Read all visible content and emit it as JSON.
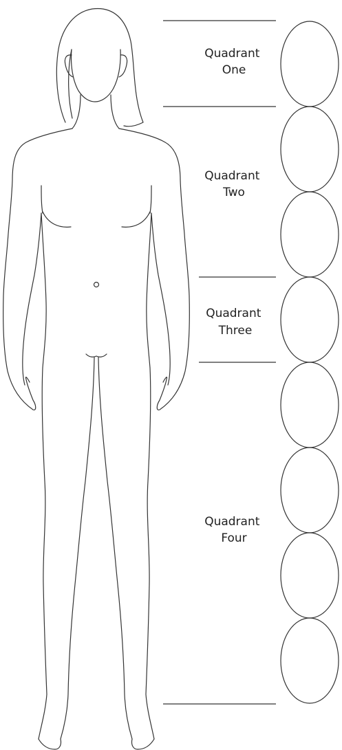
{
  "diagram": {
    "quadrants": [
      {
        "lines": [
          "Quadrant",
          "One"
        ],
        "slots": 1
      },
      {
        "lines": [
          "Quadrant",
          "Two"
        ],
        "slots": 2
      },
      {
        "lines": [
          "Quadrant",
          "Three"
        ],
        "slots": 1
      },
      {
        "lines": [
          "Quadrant",
          "Four"
        ],
        "slots": 4
      }
    ],
    "colors": {
      "stroke": "#333333",
      "text": "#222222",
      "background": "#ffffff"
    }
  }
}
